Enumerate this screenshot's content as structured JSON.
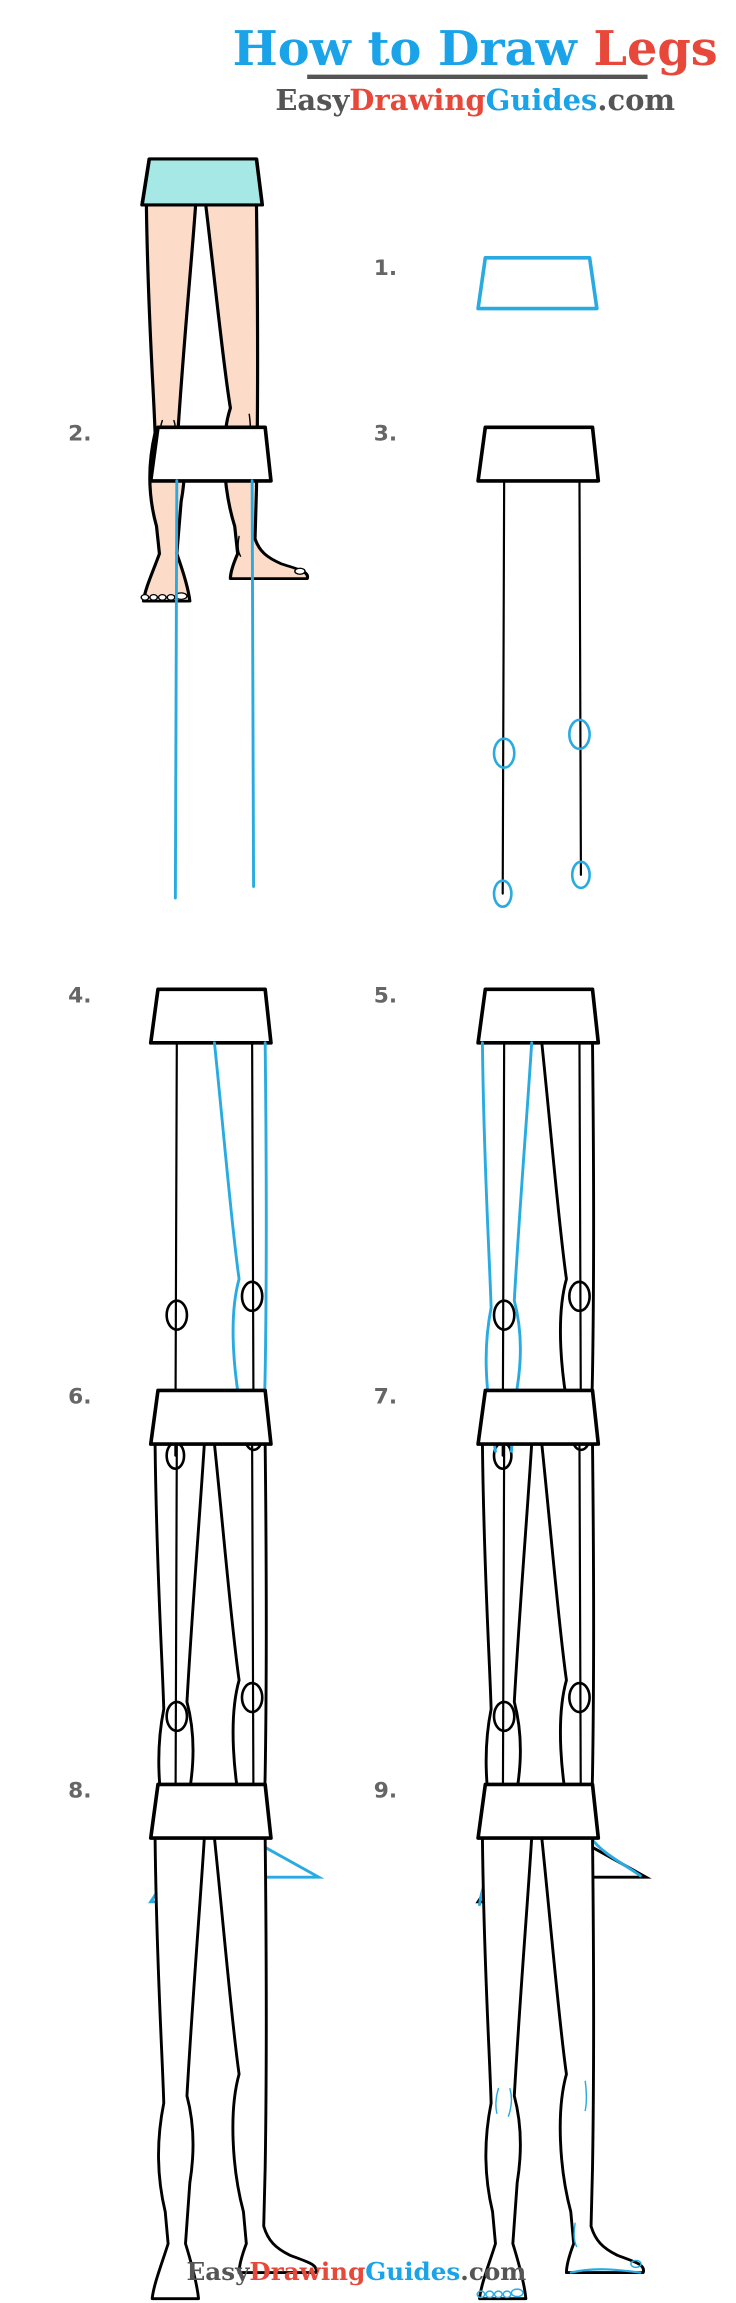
{
  "header": {
    "title_part1": "How to Draw ",
    "title_part2": "Legs",
    "brand": {
      "part1": "Easy",
      "part2": "Drawing",
      "part3": "Guides",
      "part4": ".com"
    }
  },
  "steps": [
    "1.",
    "2.",
    "3.",
    "4.",
    "5.",
    "6.",
    "7.",
    "8.",
    "9."
  ],
  "footer": {
    "brand": {
      "part1": "Easy",
      "part2": "Drawing",
      "part3": "Guides",
      "part4": ".com"
    }
  },
  "colors": {
    "blue": "#1aa3e8",
    "red": "#e8483a",
    "gray": "#555555",
    "guide_blue": "#29abe2",
    "skin": "#fcdcc8",
    "skirt": "#a6e8e6"
  }
}
